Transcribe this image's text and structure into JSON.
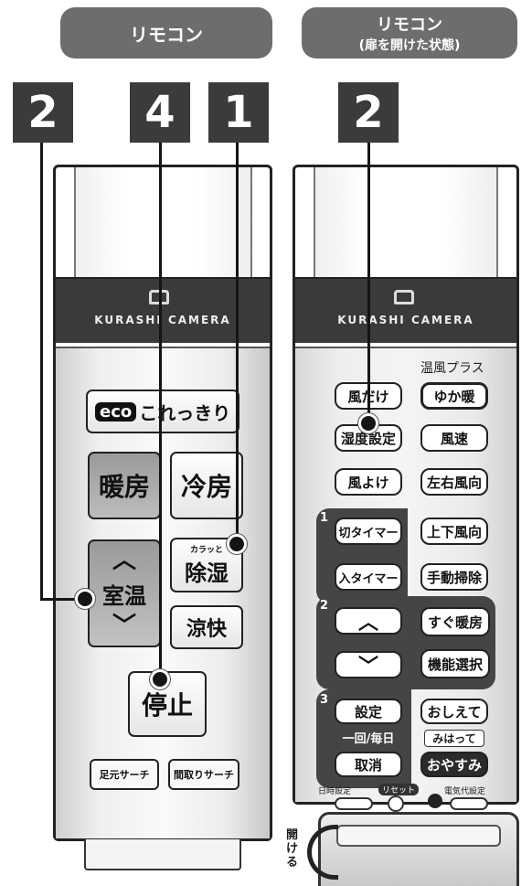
{
  "headings": {
    "left": "リモコン",
    "right": "リモコン",
    "right_sub": "(扉を開けた状態)"
  },
  "callouts": {
    "left_a": "2",
    "left_b": "4",
    "left_c": "1",
    "right": "2"
  },
  "camera_label": "KURASHI CAMERA",
  "left_remote": {
    "eco_logo": "eco",
    "eco_text": "これっきり",
    "heat": "暖房",
    "cool": "冷房",
    "dehumidify_small": "カラッと",
    "dehumidify": "除湿",
    "room_temp": "室温",
    "ryokai": "涼快",
    "stop": "停止",
    "ashimoto": "足元サーチ",
    "madori": "間取りサーチ"
  },
  "right_remote": {
    "onpu_label": "温風プラス",
    "kaze_dake": "風だけ",
    "yuka_dan": "ゆか暖",
    "shitsudo": "湿度設定",
    "fusoku": "風速",
    "kaze_yoke": "風よけ",
    "sayu": "左右風向",
    "group1": "1",
    "off_timer": "切タイマー",
    "jouge": "上下風向",
    "on_timer": "入タイマー",
    "shudo": "手動掃除",
    "group2": "2",
    "sugu_danbo": "すぐ暖房",
    "kinou": "機能選択",
    "group3": "3",
    "settei": "設定",
    "oshiete": "おしえて",
    "ikkai_mainichi": "一回/毎日",
    "mihatte": "みはって",
    "torikeshi": "取消",
    "oyasumi": "おやすみ",
    "nichiji": "日時設定",
    "reset": "リセット",
    "denki": "電気代設定",
    "akeru": "開ける"
  }
}
